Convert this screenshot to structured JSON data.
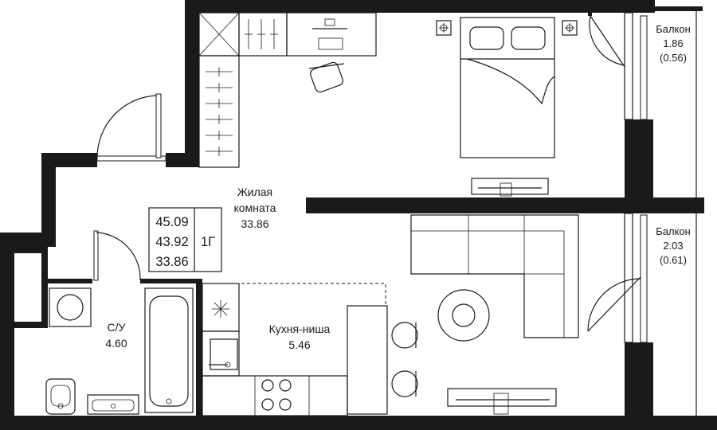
{
  "rooms": {
    "living": {
      "name_line1": "Жилая",
      "name_line2": "комната",
      "area": "33.86"
    },
    "kitchen": {
      "name": "Кухня-ниша",
      "area": "5.46"
    },
    "bathroom": {
      "name": "С/У",
      "area": "4.60"
    },
    "balcony_top": {
      "name": "Балкон",
      "area": "1.86",
      "reduced_area": "(0.56)"
    },
    "balcony_bottom": {
      "name": "Балкон",
      "area": "2.03",
      "reduced_area": "(0.61)"
    }
  },
  "summary": {
    "total_area": "45.09",
    "reduced_total_area": "43.92",
    "living_area": "33.86",
    "apartment_type": "1Г"
  },
  "colors": {
    "wall": "#1a1a1a",
    "background": "#ffffff",
    "line": "#1a1a1a"
  }
}
